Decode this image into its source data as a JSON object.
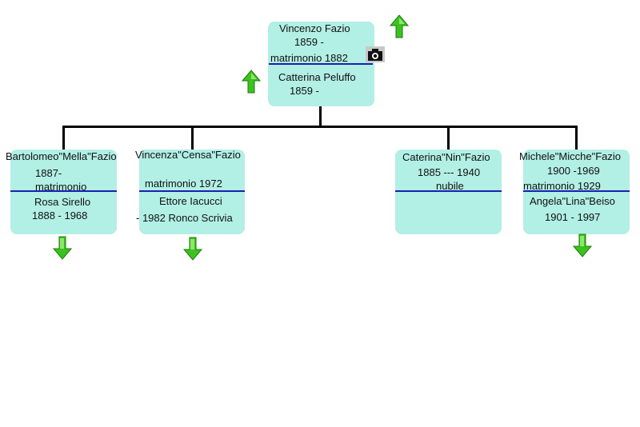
{
  "root": {
    "husband_name": "Vincenzo Fazio",
    "husband_dates": "1859 -",
    "marriage": "matrimonio 1882",
    "wife_name": "Catterina Peluffo",
    "wife_dates": "1859 -"
  },
  "children": [
    {
      "name": "Bartolomeo\"Mella\"Fazio",
      "dates": "1887-",
      "marriage": "matrimonio",
      "spouse_name": "Rosa Sirello",
      "spouse_dates": "1888 - 1968"
    },
    {
      "name": "Vincenza\"Censa\"Fazio",
      "dates": "",
      "marriage": "matrimonio  1972",
      "spouse_name": "Ettore Iacucci",
      "spouse_dates": "- 1982 Ronco Scrivia"
    },
    {
      "name": "Caterina\"Nin\"Fazio",
      "dates": "1885 --- 1940",
      "marriage": "nubile",
      "spouse_name": "",
      "spouse_dates": ""
    },
    {
      "name": "Michele\"Micche\"Fazio",
      "dates": "1900 -1969",
      "marriage": "matrimonio 1929",
      "spouse_name": "Angela\"Lina\"Beiso",
      "spouse_dates": "1901 - 1997"
    }
  ],
  "colors": {
    "box_fill": "#b2efe5",
    "separator": "#1a20b0",
    "connector": "#000000",
    "arrow_green": "#3cc21e"
  },
  "icons": {
    "up_arrow": "green-up-arrow-icon",
    "down_arrow": "green-down-arrow-icon",
    "photo": "camera-icon"
  }
}
